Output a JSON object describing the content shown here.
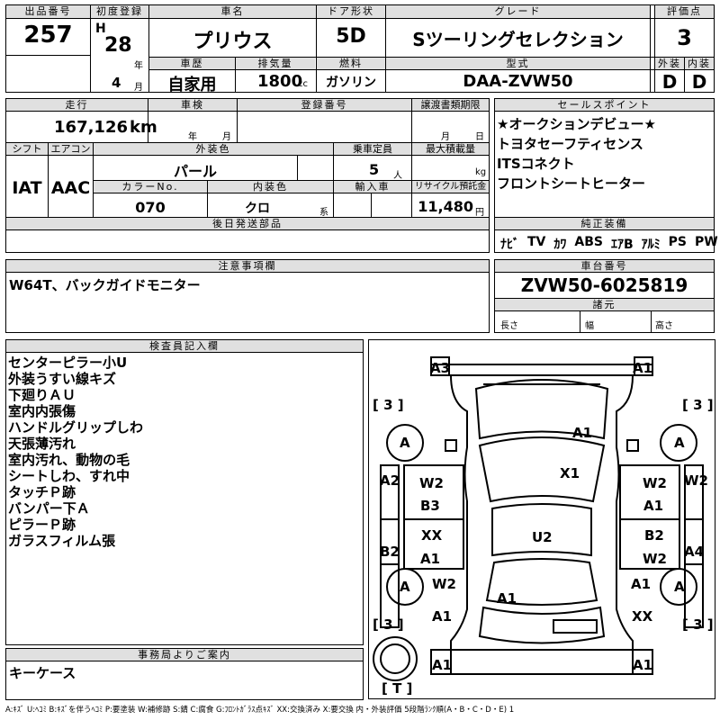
{
  "header": {
    "lot_no_label": "出品番号",
    "lot_no": "257",
    "first_reg_label": "初度登録",
    "era": "H",
    "year": "28",
    "year_unit": "年",
    "month": "4",
    "month_unit": "月",
    "model_label": "車名",
    "model": "プリウス",
    "door_label": "ドア形状",
    "door": "5D",
    "grade_label": "グレード",
    "grade": "Sツーリングセレクション",
    "score_label": "評価点",
    "score": "3",
    "history_label": "車歴",
    "history": "自家用",
    "displacement_label": "排気量",
    "displacement": "1800",
    "displacement_unit": "cc",
    "fuel_label": "燃料",
    "fuel": "ガソリン",
    "type_label": "型式",
    "type": "DAA-ZVW50",
    "exterior_label": "外装",
    "exterior": "D",
    "interior_label": "内装",
    "interior": "D"
  },
  "row2": {
    "mileage_label": "走行",
    "mileage": "167,126",
    "mileage_unit": "km",
    "inspection_label": "車検",
    "year_unit": "年",
    "month_unit": "月",
    "reg_no_label": "登録番号",
    "transfer_label": "譲渡書類期限",
    "transfer_month": "月",
    "transfer_day": "日",
    "shift_label": "シフト",
    "shift": "IAT",
    "ac_label": "エアコン",
    "ac": "AAC",
    "color_label": "外装色",
    "color": "パール",
    "capacity_label": "乗車定員",
    "capacity": "5",
    "capacity_unit": "人",
    "load_label": "最大積載量",
    "load_unit": "kg",
    "color_no_label": "カラーNo.",
    "color_no": "070",
    "int_color_label": "内装色",
    "int_color": "クロ",
    "int_color_unit": "系",
    "import_label": "輸入車",
    "recycle_label": "リサイクル預託金",
    "recycle": "11,480",
    "recycle_unit": "円",
    "later_parts_label": "後日発送部品"
  },
  "sales": {
    "label": "セールスポイント",
    "points": [
      "★オークションデビュー★",
      "トヨタセーフティセンス",
      "ITSコネクト",
      "フロントシートヒーター"
    ],
    "equip_label": "純正装備",
    "equip": [
      "ﾅﾋﾞ",
      "TV",
      "ｶﾜ",
      "ABS",
      "ｴｱB",
      "ｱﾙﾐ",
      "PS",
      "PW"
    ]
  },
  "notes": {
    "label": "注意事項欄",
    "text": "W64T、バックガイドモニター"
  },
  "chassis": {
    "label": "車台番号",
    "number": "ZVW50-6025819",
    "specs_label": "諸元",
    "length": "長さ",
    "width": "幅",
    "height": "高さ"
  },
  "inspector": {
    "label": "検査員記入欄",
    "lines": [
      "センターピラー小U",
      "外装うすい線キズ",
      "下廻りＡＵ",
      "室内内張傷",
      "ハンドルグリップしわ",
      "天張薄汚れ",
      "室内汚れ、動物の毛",
      "シートしわ、すれ中",
      "タッチＰ跡",
      "バンパー下Ａ",
      "ピラーＰ跡",
      "ガラスフィルム張"
    ]
  },
  "office": {
    "label": "事務局よりご案内",
    "text": "キーケース"
  },
  "diagram": {
    "brackets": [
      "[ 3 ]",
      "[ 3 ]",
      "[ 3 ]",
      "[ 3 ]",
      "[ T ]"
    ],
    "tires": [
      "A",
      "A",
      "A",
      "A"
    ],
    "marks": {
      "front_left": "A3",
      "front_right": "A1",
      "hood": "A1",
      "windshield": "X1",
      "left_fender": "A2",
      "right_fender": "W2",
      "left_front_door_1": "W2",
      "left_front_door_2": "B3",
      "right_front_door_1": "W2",
      "right_front_door_2": "A1",
      "left_rear_door_1": "XX",
      "left_rear_door_2": "A1",
      "right_rear_door_1": "B2",
      "right_rear_door_2": "W2",
      "roof": "U2",
      "left_quarter_1": "B2",
      "right_quarter": "A4",
      "left_rear_1": "W2",
      "left_rear_2": "A1",
      "right_rear_1": "A1",
      "right_rear_2": "XX",
      "trunk": "A1",
      "rear_bumper_left": "A1",
      "rear_bumper_right": "A1"
    }
  },
  "legend": "A:ｷｽﾞ U:ﾍｺﾐ B:ｷｽﾞを伴うﾍｺﾐ P:要塗装 W:補修跡 S:錆 C:腐食 G:ﾌﾛﾝﾄｶﾞﾗｽ点ｷｽﾞ XX:交換済み X:要交換 内・外装評価 5段階ﾗﾝｸ順(A・B・C・D・E) 1"
}
